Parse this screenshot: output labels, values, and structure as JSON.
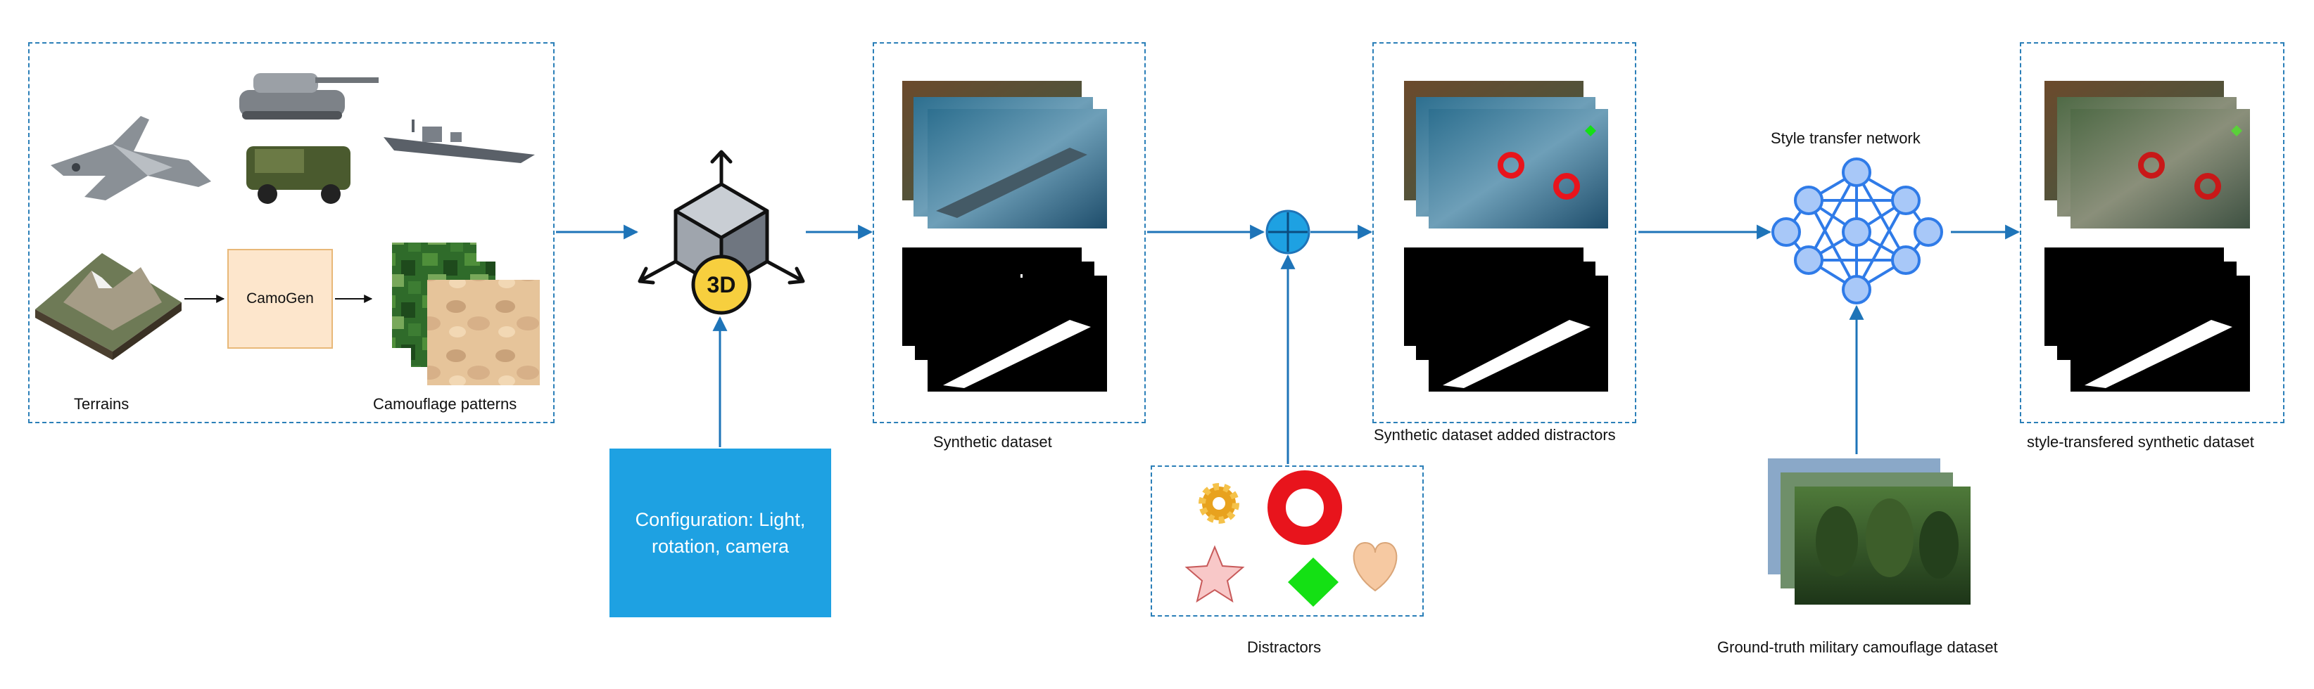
{
  "labels": {
    "terrains": "Terrains",
    "camouflage_patterns": "Camouflage patterns",
    "camogen": "CamoGen",
    "synthetic_dataset": "Synthetic dataset",
    "synthetic_dataset_distractors": "Synthetic dataset added distractors",
    "style_transfer_network": "Style transfer network",
    "style_transferred_dataset": "style-transfered synthetic dataset",
    "distractors": "Distractors",
    "ground_truth": "Ground-truth military camouflage dataset",
    "configuration": "Configuration: Light, rotation, camera",
    "three_d": "3D"
  },
  "colors": {
    "accent_blue": "#1e74b8",
    "dashed_border": "#2b7fb8",
    "config_box": "#1ea1e2",
    "camogen_fill": "#fde6cc",
    "distractor_red": "#e8141c",
    "distractor_green": "#14e014",
    "network_node": "#a8c8f8",
    "network_edge": "#2f7be8"
  },
  "icons": [
    "jet-icon",
    "tank-icon",
    "armored-vehicle-icon",
    "warship-icon",
    "terrain-icon",
    "3d-cube-icon",
    "gear-icon",
    "star-icon",
    "diamond-icon",
    "heart-icon",
    "ring-icon",
    "add-circle-icon",
    "neural-network-icon"
  ]
}
